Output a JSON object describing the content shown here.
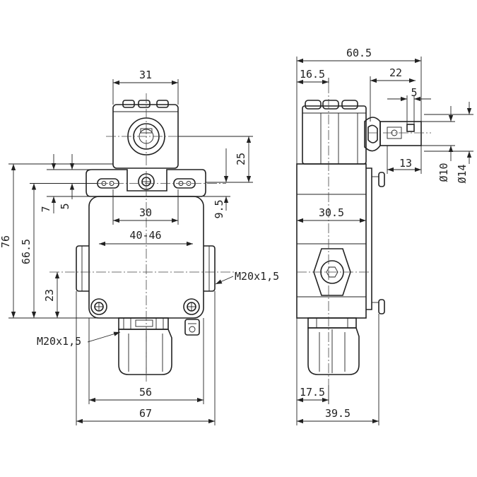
{
  "front_view": {
    "dimensions": {
      "top_width": "31",
      "actuator_height": "25",
      "mount_offset_7": "7",
      "mount_offset_5": "5",
      "mount_spacing": "30",
      "mount_offset_9_5": "9.5",
      "overall_height": "76",
      "mount_height": "66.5",
      "cable_range": "40-46",
      "entry_height": "23",
      "bottom_width": "56",
      "overall_width": "67"
    },
    "threads": {
      "side_entry": "M20x1,5",
      "bottom_entry": "M20x1,5"
    }
  },
  "side_view": {
    "dimensions": {
      "overall_depth": "60.5",
      "head_offset": "16.5",
      "lever_length": "22",
      "lever_tip": "5",
      "lever_width": "13",
      "roller_d10": "Ø10",
      "roller_d14": "Ø14",
      "body_depth": "30.5",
      "gland_offset": "17.5",
      "bottom_depth": "39.5"
    }
  }
}
